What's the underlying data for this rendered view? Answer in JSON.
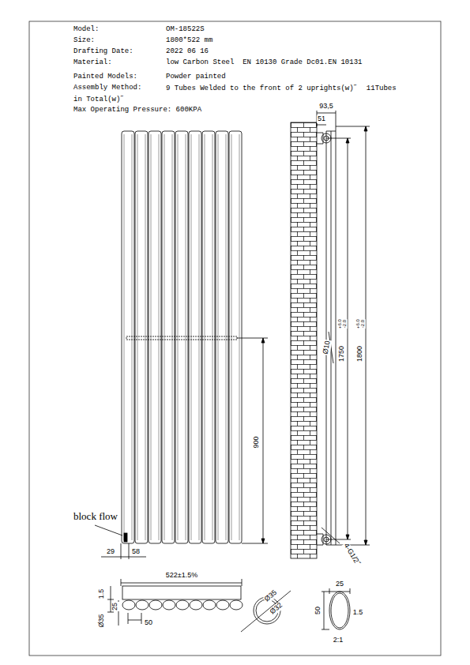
{
  "diagram": {
    "labels": [
      "Model:",
      "OM-18522S",
      "Size:",
      "1800*522 mm",
      "Drafting Date:",
      "2022 06 16",
      "Material:",
      "low Carbon Steel  EN 10130 Grade Dc01.EN 10131",
      "Painted Models:",
      "Powder painted",
      "Assembly Method:",
      "9 Tubes Welded to the front of 2 uprights(w)˝  11Tubes in Total(w)˝",
      "Max Operating Pressure: 600KPA",
      "93,5",
      "51",
      "Ø10",
      "1750",
      "+6.0",
      "-2.0",
      "1800",
      "+6.0",
      "-2.0",
      "900",
      "block flow",
      "29",
      "58",
      "4-G1/2˝",
      "522±1.5%",
      "Ø35",
      "1.5",
      "25",
      "50",
      "Ø35",
      "Ø32",
      "25",
      "50",
      "1.5",
      "2:1"
    ]
  }
}
